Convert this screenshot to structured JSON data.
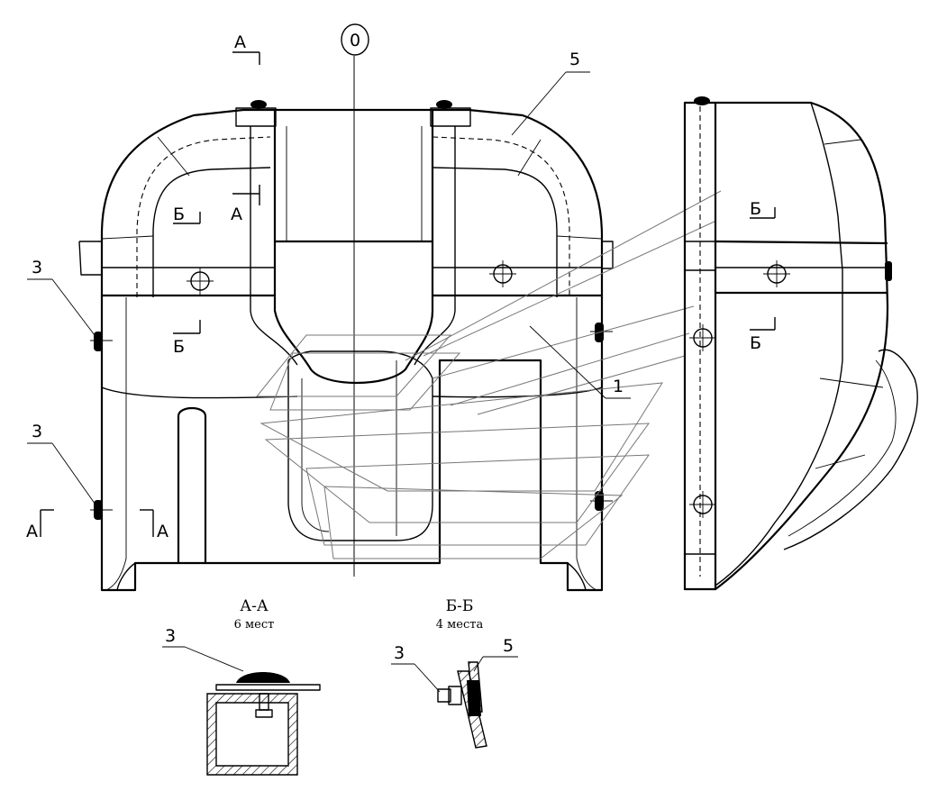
{
  "axis_marker": "0",
  "callouts": {
    "part_1": "1",
    "part_3_upper": "3",
    "part_3_lower": "3",
    "part_5": "5"
  },
  "section_marks": {
    "a_top": "А",
    "a_mid": "А",
    "a_left": "А",
    "a_right": "А",
    "b_front_upper": "Б",
    "b_front_lower": "Б",
    "b_side_upper": "Б",
    "b_side_lower": "Б"
  },
  "section_a": {
    "title": "А-А",
    "count": "6 мест",
    "callout": "3"
  },
  "section_b": {
    "title": "Б-Б",
    "count": "4 места",
    "callout_left": "3",
    "callout_right": "5"
  }
}
